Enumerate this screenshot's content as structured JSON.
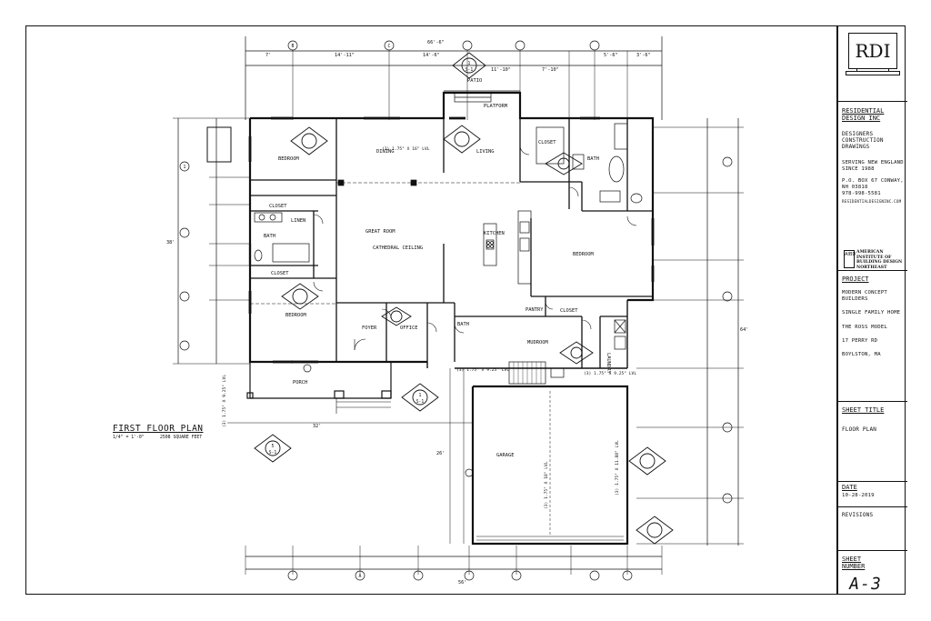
{
  "drawing": {
    "title": "FIRST FLOOR PLAN",
    "scale": "1/4\" = 1'-0\"",
    "square_feet": "2508 SQUARE FEET",
    "rooms": {
      "bedroom_nw": "BEDROOM",
      "bedroom_w": "BEDROOM",
      "bedroom_e": "BEDROOM",
      "closet_1": "CLOSET",
      "closet_2": "CLOSET",
      "closet_3": "CLOSET",
      "closet_4": "CLOSET",
      "bath_w": "BATH",
      "bath_e": "BATH",
      "bath_small": "BATH",
      "dining": "DINING",
      "living": "LIVING",
      "great_room": "GREAT ROOM",
      "cathedral": "CATHEDRAL CEILING",
      "kitchen": "KITCHEN",
      "foyer": "FOYER",
      "office": "OFFICE",
      "mudroom": "MUDROOM",
      "pantry": "PANTRY",
      "laundry": "LAUNDRY",
      "garage": "GARAGE",
      "porch": "PORCH",
      "patio": "PATIO",
      "platform": "PLATFORM",
      "linen": "LINEN"
    },
    "dims": {
      "overall_top": "66'-6\"",
      "overall_left": "38'",
      "overall_right": "64'",
      "left_garage": "26'",
      "bottom_overall": "56'",
      "porch_len": "32'",
      "top_1": "7'",
      "top_2": "14'-11\"",
      "top_3": "14'-6\"",
      "top_4": "11'-10\"",
      "top_5": "7'-10\"",
      "top_6": "5'-6\"",
      "top_7": "3'-6\"",
      "beam_1": "(3) 1.75\" X 16\" LVL",
      "beam_2": "(3) 1.75\" X 9.25\" LVL",
      "beam_3": "(3) 1.75\" X 9.25\" LVL",
      "beam_4": "(3) 1.75\" X 18\" LVL",
      "beam_5": "(3) 1.75\" X 11.88\" LVL",
      "beam_6": "(3) 1.75\" X 9.25\" LVL"
    },
    "sections": {
      "s1": "1",
      "s5": "5",
      "label": "S-1"
    },
    "grid_labels": [
      "B",
      "C",
      "A",
      "1"
    ]
  },
  "title_block": {
    "logo": "RDI",
    "company": "RESIDENTIAL DESIGN INC",
    "services": "DESIGNERS CONSTRUCTION DRAWINGS",
    "serving": "SERVING NEW ENGLAND SINCE 1988",
    "address": "P.O. BOX 67 CONWAY, NH 03818",
    "phone": "978-998-5581",
    "email": "RESIDENTIALDESIGNINC.COM",
    "aibd_abbr": "AIBD",
    "aibd": "AMERICAN INSTITUTE OF BUILDING DESIGN NORTHEAST",
    "project_label": "PROJECT",
    "project_lines": [
      "MODERN CONCEPT BUILDERS",
      "SINGLE FAMILY HOME",
      "THE ROSS MODEL",
      "17 PERRY RD",
      "BOYLSTON, MA"
    ],
    "sheet_title_label": "SHEET TITLE",
    "sheet_title": "FLOOR PLAN",
    "date_label": "DATE",
    "date": "10-28-2019",
    "revisions_label": "REVISIONS",
    "sheet_number_label": "SHEET NUMBER",
    "sheet_number": "A-3"
  },
  "colors": {
    "ink": "#111111",
    "paper": "#ffffff"
  }
}
